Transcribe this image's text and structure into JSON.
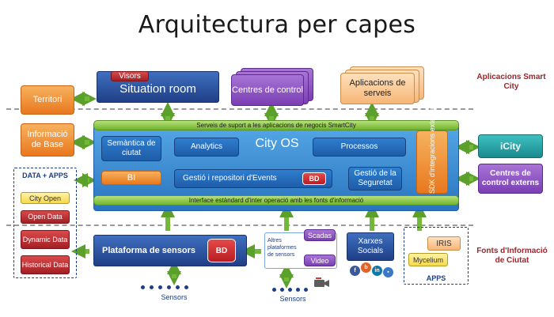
{
  "title": "Arquitectura per capes",
  "labels": {
    "apps_smart_city": "Aplicacions Smart City",
    "fonts_info": "Fonts d'Informació de Ciutat"
  },
  "left": {
    "territori": "Territori",
    "info_base": "Informació de Base",
    "data_apps": "DATA + APPS",
    "city_open": "City Open",
    "open_data": "Open Data",
    "dynamic_data": "Dynamic Data",
    "historical_data": "Historical Data"
  },
  "top": {
    "visors": "Visors",
    "situation_room": "Situation room",
    "centres_control": "Centres de control",
    "aplicacions_serveis": "Aplicacions de serveis"
  },
  "core": {
    "top_bar": "Serveis de suport a les aplicacions de negocis SmartCity",
    "bottom_bar": "Interface estàndard d'inter operació amb les fonts d'informació",
    "city_os": "City OS",
    "semantica": "Semàntica de ciutat",
    "analytics": "Analytics",
    "processos": "Processos",
    "bi": "BI",
    "gestio_events": "Gestió i repositori d'Events",
    "bd": "BD",
    "gestio_seguretat": "Gestió de la Seguretat",
    "sdk": "SDK d'integracions externes"
  },
  "right": {
    "icity": "iCity",
    "centres_externs": "Centres de control externs"
  },
  "bottom": {
    "plataforma": "Plataforma de sensors",
    "bd": "BD",
    "altres": "Altres plataformes de sensors",
    "scadas": "Scadas",
    "video": "Video",
    "xarxes": "Xarxes Socials",
    "iris": "IRIS",
    "mycelium": "Mycelium",
    "apps": "APPS",
    "sensors1": "Sensors",
    "sensors2": "Sensors"
  },
  "colors": {
    "accent_red": "#a4222a",
    "navy": "#1d3f85",
    "green": "#6fb52c",
    "orange": "#e8781e",
    "purple": "#7a3fb3"
  }
}
